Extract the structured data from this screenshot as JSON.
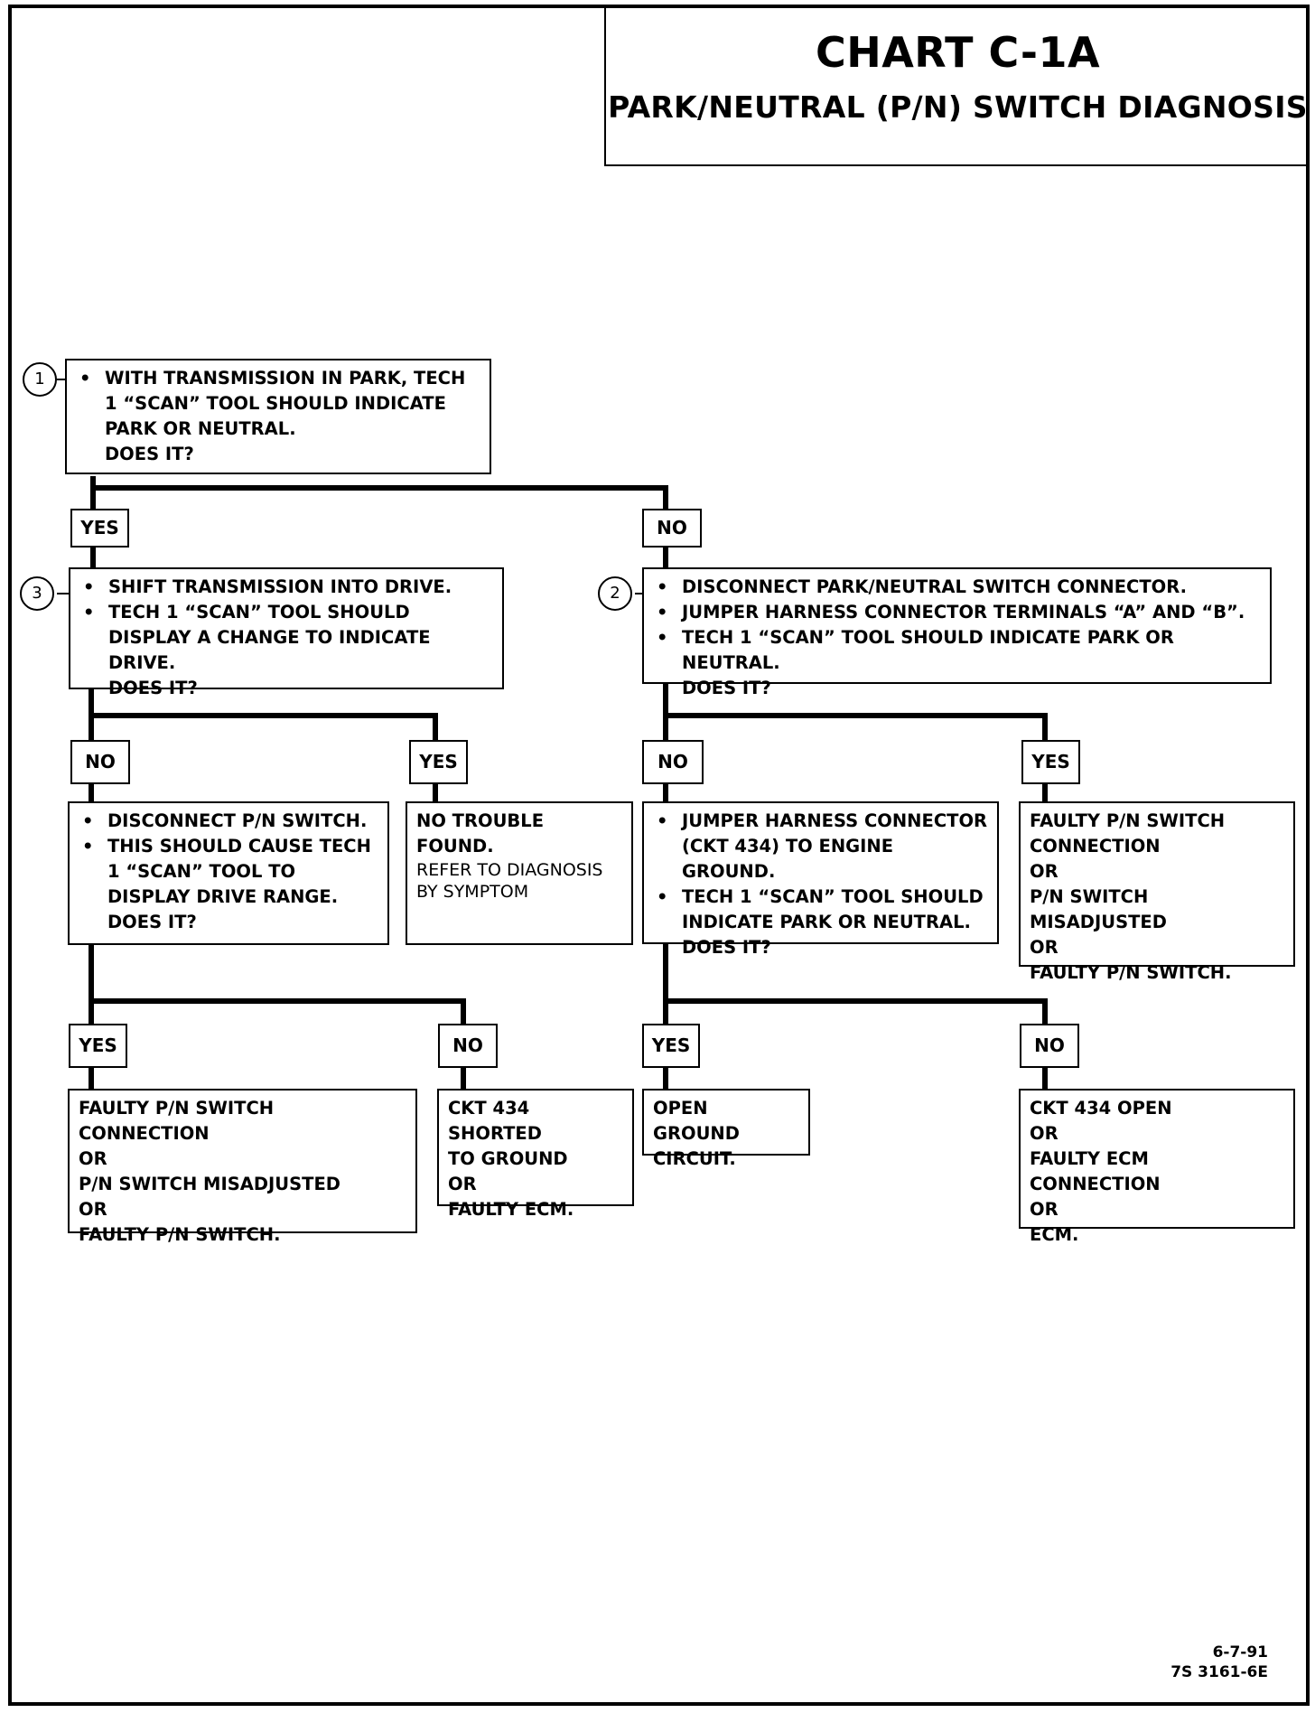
{
  "header": {
    "title": "CHART C-1A",
    "subtitle": "PARK/NEUTRAL (P/N) SWITCH DIAGNOSIS"
  },
  "steps": {
    "s1": {
      "number": "1",
      "bullets": [
        "WITH TRANSMISSION IN PARK, TECH 1 “SCAN” TOOL SHOULD INDICATE PARK OR NEUTRAL."
      ],
      "question": "DOES IT?"
    },
    "s2": {
      "number": "2",
      "bullets": [
        "DISCONNECT PARK/NEUTRAL SWITCH CONNECTOR.",
        "JUMPER HARNESS CONNECTOR TERMINALS “A” AND “B”.",
        "TECH 1 “SCAN” TOOL SHOULD INDICATE PARK OR NEUTRAL."
      ],
      "question": "DOES IT?"
    },
    "s3": {
      "number": "3",
      "bullets": [
        "SHIFT TRANSMISSION INTO DRIVE.",
        "TECH 1 “SCAN” TOOL SHOULD DISPLAY A CHANGE TO INDICATE DRIVE."
      ],
      "question": "DOES IT?"
    },
    "s4": {
      "bullets": [
        "DISCONNECT P/N SWITCH.",
        "THIS SHOULD CAUSE TECH 1 “SCAN” TOOL TO DISPLAY DRIVE RANGE."
      ],
      "question": "DOES IT?"
    },
    "s5": {
      "bullets": [
        "JUMPER HARNESS CONNECTOR (CKT 434) TO ENGINE GROUND.",
        "TECH 1 “SCAN” TOOL SHOULD INDICATE PARK OR NEUTRAL."
      ],
      "question": "DOES IT?"
    }
  },
  "results": {
    "r_no_trouble_title": "NO TROUBLE FOUND.",
    "r_no_trouble_body": "REFER TO DIAGNOSIS BY SYMPTOM",
    "r_faulty_conn_right": [
      "FAULTY P/N SWITCH CONNECTION",
      "OR",
      "P/N SWITCH MISADJUSTED",
      "OR",
      "FAULTY P/N SWITCH."
    ],
    "r_faulty_conn_left": [
      "FAULTY P/N SWITCH CONNECTION",
      "OR",
      "P/N SWITCH MISADJUSTED",
      "OR",
      "FAULTY P/N SWITCH."
    ],
    "r_ckt_shorted": [
      "CKT 434 SHORTED",
      "TO GROUND",
      "OR",
      "FAULTY ECM."
    ],
    "r_open_ground": [
      "OPEN GROUND",
      "CIRCUIT."
    ],
    "r_ckt_open": [
      "CKT 434 OPEN",
      "OR",
      "FAULTY ECM CONNECTION",
      "OR",
      "ECM."
    ]
  },
  "labels": {
    "yes": "YES",
    "no": "NO"
  },
  "footer": {
    "date": "6-7-91",
    "code": "7S 3161-6E"
  }
}
